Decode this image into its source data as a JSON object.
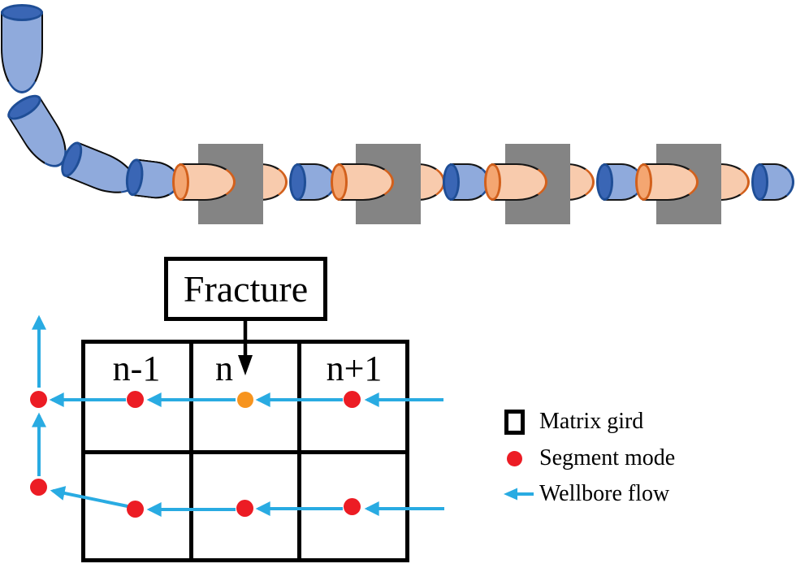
{
  "figure": {
    "fracture_callout": "Fracture",
    "grid_cells": {
      "left": "n-1",
      "center": "n",
      "right": "n+1"
    },
    "legend": {
      "matrix_grid": "Matrix gird",
      "segment_node": "Segment mode",
      "wellbore_flow": "Wellbore flow"
    },
    "colors": {
      "flow_arrow": "#29ABE2",
      "segment_node": "#EC1C24",
      "fracture_node": "#F7941E",
      "pipe_blue_body": "#8FAADC",
      "pipe_blue_cap": "#3A66B5",
      "pipe_blue_edge": "#1F4E96",
      "pipe_orange_body": "#F8CBAD",
      "pipe_orange_cap": "#F4A671",
      "pipe_orange_edge": "#D2601C",
      "fracture_block": "#848484"
    }
  }
}
